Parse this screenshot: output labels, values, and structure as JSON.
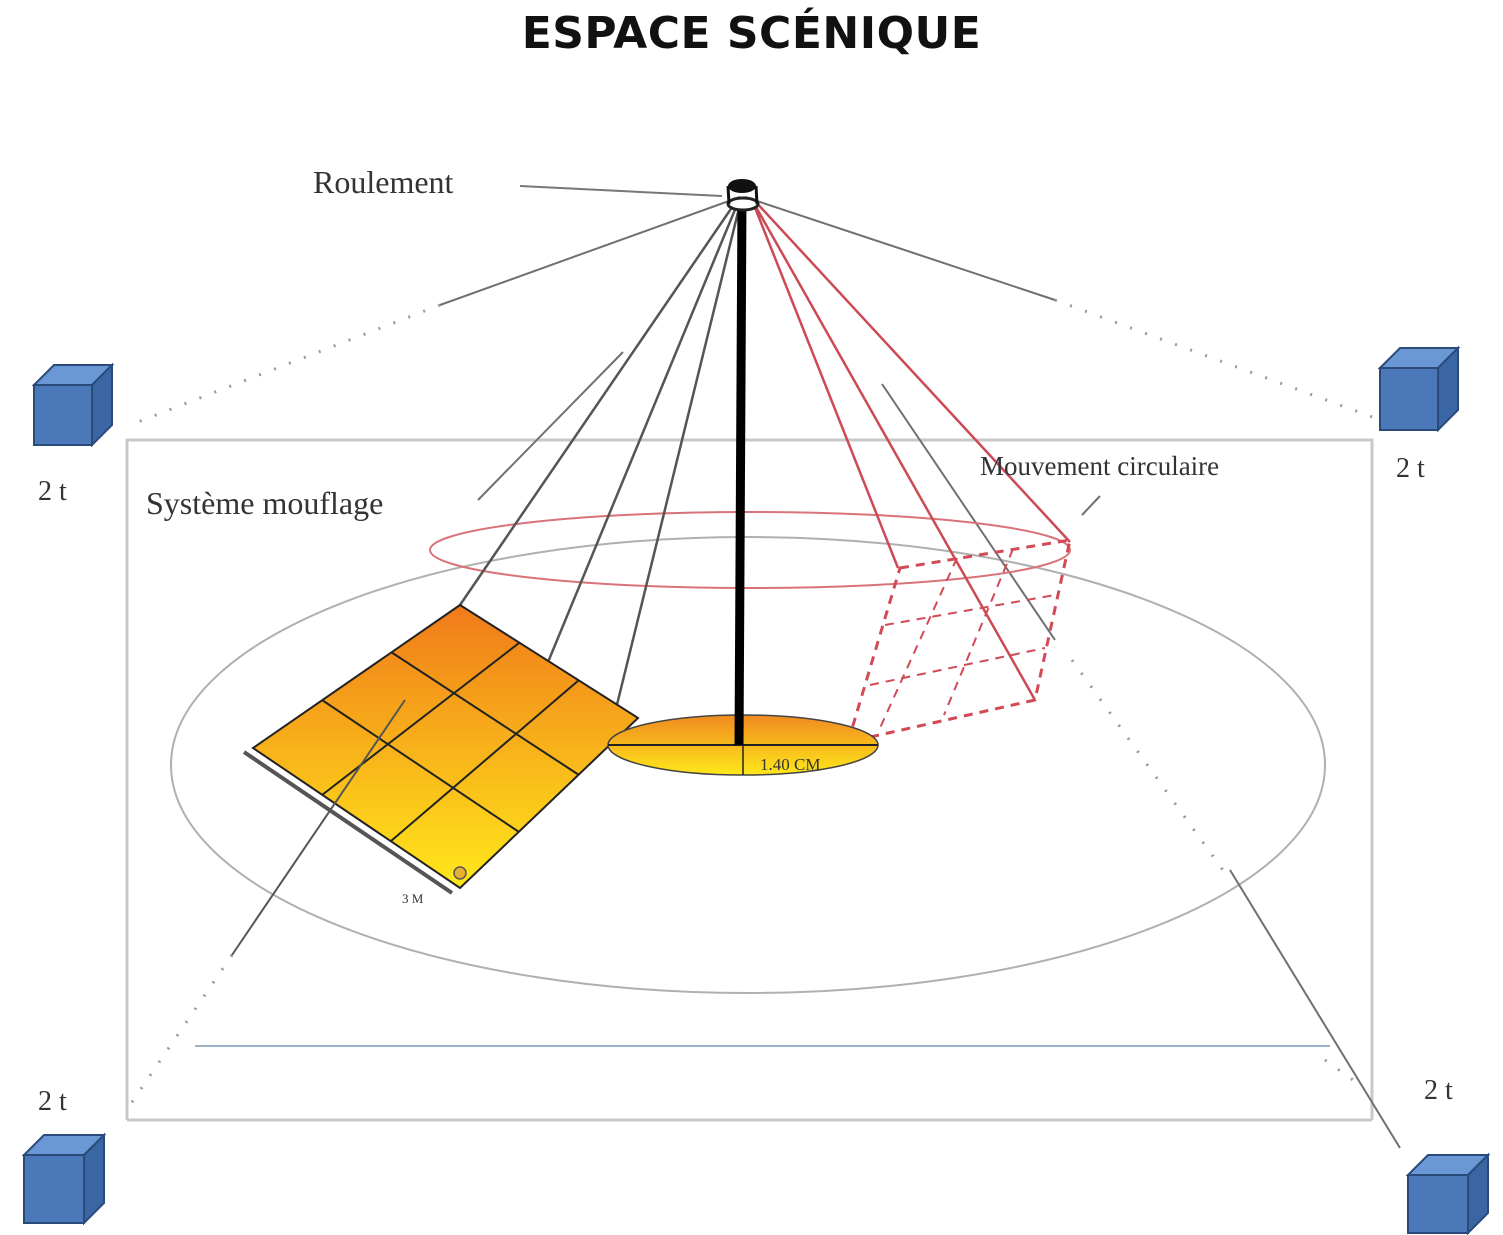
{
  "title": "ESPACE SCÉNIQUE",
  "labels": {
    "roulement": "Roulement",
    "mouflage": "Système mouflage",
    "mouvement": "Mouvement circulaire",
    "disc_size": "1.40 CM",
    "square_size": "3 M"
  },
  "weights": {
    "top_left": "2 t",
    "top_right": "2 t",
    "bottom_left": "2 t",
    "bottom_right": "2 t"
  },
  "colors": {
    "weight_block": "#4a78b8",
    "mast": "#000000",
    "orbit": "#d9737a",
    "platform_gradient_top": "#f07a1a",
    "platform_gradient_bottom": "#ffe81a"
  },
  "icons": {
    "weight": "blue-cube-icon",
    "bearing": "bearing-icon"
  }
}
